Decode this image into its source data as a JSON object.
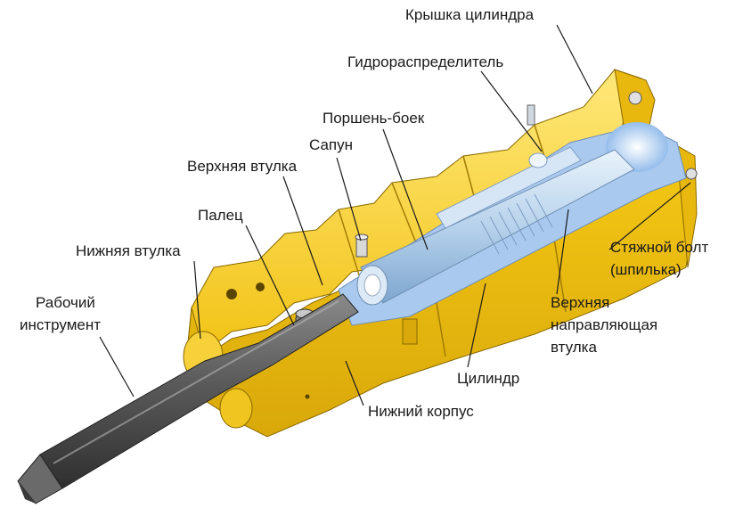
{
  "labels": {
    "cylinder_cover": "Крышка цилиндра",
    "hydro_distributor": "Гидрораспределитель",
    "piston_striker": "Поршень-боек",
    "breather": "Сапун",
    "upper_bushing": "Верхняя втулка",
    "pin": "Палец",
    "lower_bushing": "Нижняя втулка",
    "working_tool_line1": "Рабочий",
    "working_tool_line2": "инструмент",
    "tie_bolt_line1": "Стяжной болт",
    "tie_bolt_line2": "(шпилька)",
    "upper_guide_line1": "Верхняя",
    "upper_guide_line2": "направляющая",
    "upper_guide_line3": "втулка",
    "cylinder": "Цилиндр",
    "lower_body": "Нижний корпус"
  },
  "colors": {
    "body_yellow": "#f2c316",
    "body_yellow_light": "#ffe05a",
    "body_yellow_dark": "#c99a08",
    "piston_blue": "#bcd8f0",
    "cavity_blue": "#8fb8e8",
    "tool_gray": "#5a5a5a",
    "line_black": "#1a1a1a"
  }
}
